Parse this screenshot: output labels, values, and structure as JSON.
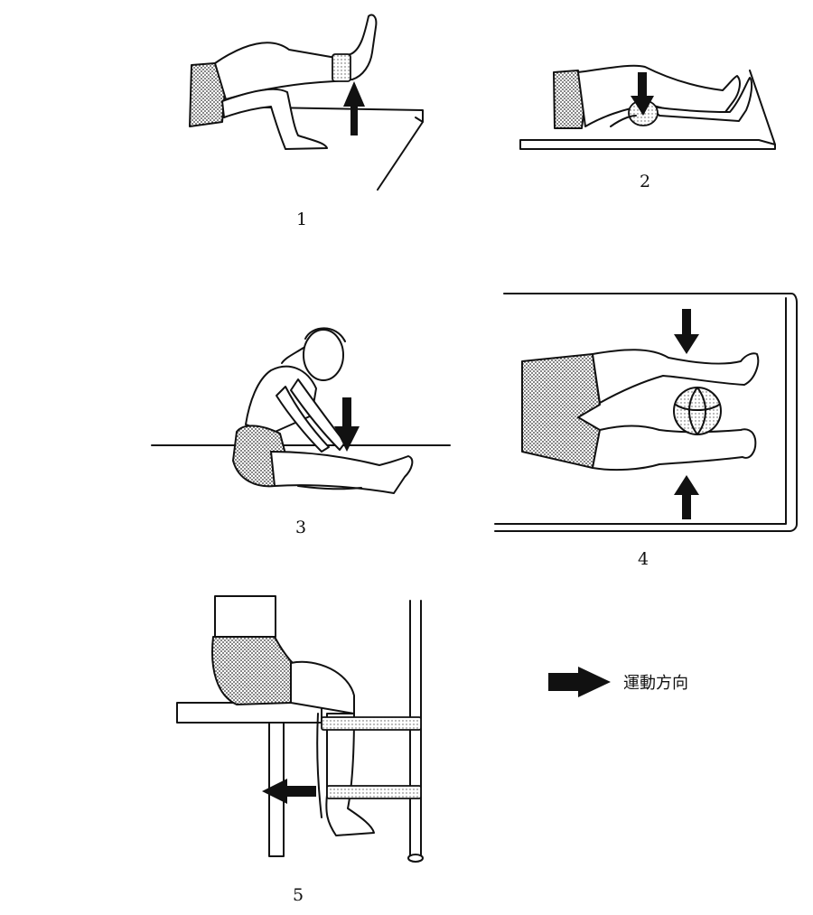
{
  "figures": [
    {
      "id": 1,
      "label": "1"
    },
    {
      "id": 2,
      "label": "2"
    },
    {
      "id": 3,
      "label": "3"
    },
    {
      "id": 4,
      "label": "4"
    },
    {
      "id": 5,
      "label": "5"
    }
  ],
  "legend": {
    "text": "運動方向",
    "icon": "arrow-right-icon"
  },
  "colors": {
    "ink": "#111111",
    "paper": "#ffffff"
  }
}
